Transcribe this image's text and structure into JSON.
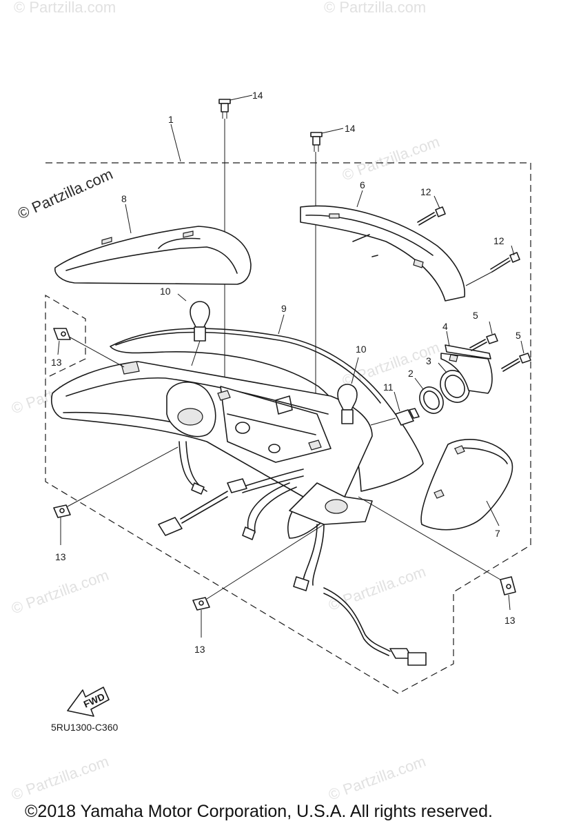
{
  "diagram": {
    "code": "5RU1300-C360",
    "copyright": "©2018 Yamaha Motor Corporation, U.S.A. All rights reserved.",
    "watermark": "© Partzilla.com",
    "fwd_label": "FWD",
    "callouts": {
      "c1": "1",
      "c2": "2",
      "c3": "3",
      "c4": "4",
      "c5a": "5",
      "c5b": "5",
      "c6": "6",
      "c7": "7",
      "c8": "8",
      "c9": "9",
      "c10a": "10",
      "c10b": "10",
      "c11": "11",
      "c12a": "12",
      "c12b": "12",
      "c13a": "13",
      "c13b": "13",
      "c13c": "13",
      "c13d": "13",
      "c14a": "14",
      "c14b": "14"
    }
  },
  "colors": {
    "ink": "#1a1a1a",
    "watermark": "#c9c9c9",
    "background": "#ffffff"
  }
}
